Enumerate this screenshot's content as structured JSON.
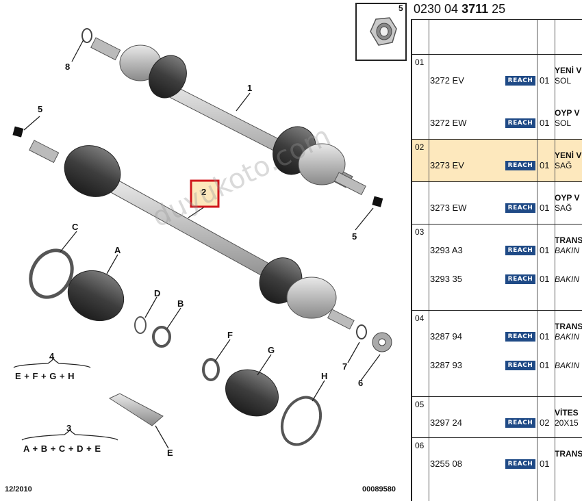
{
  "diagram": {
    "callouts": {
      "c1": "1",
      "c2": "2",
      "c3": "3",
      "c4": "4",
      "c5a": "5",
      "c5b": "5",
      "c6": "6",
      "c7": "7",
      "c8": "8",
      "A": "A",
      "B": "B",
      "C": "C",
      "D": "D",
      "E": "E",
      "F": "F",
      "G": "G",
      "H": "H"
    },
    "formula_4": "E + F + G + H",
    "formula_3": "A + B + C + D + E",
    "date": "12/2010",
    "drawing_no": "00089580",
    "watermark": "duyukoto.com",
    "thumb_num": "5"
  },
  "header": {
    "part_prefix": "0230 04 ",
    "part_bold": "3711",
    "part_suffix": " 25"
  },
  "table": {
    "groups": [
      {
        "num": "01",
        "rows": [
          {
            "code": "3272 EV",
            "badge": "REACH",
            "qty": "01",
            "l1": "YENİ V",
            "l2": "SOL",
            "l1bold": true,
            "l2bold": false,
            "italic": false
          },
          {
            "code": "3272 EW",
            "badge": "REACH",
            "qty": "01",
            "l1": "OYP V",
            "l2": "SOL",
            "l1bold": true,
            "l2bold": false,
            "italic": false
          }
        ]
      },
      {
        "num": "02",
        "rows": [
          {
            "code": "3273 EV",
            "badge": "REACH",
            "qty": "01",
            "l1": "YENİ V",
            "l2": "SAĞ",
            "l1bold": true,
            "l2bold": false,
            "italic": false
          }
        ]
      },
      {
        "num": "",
        "rows": [
          {
            "code": "3273 EW",
            "badge": "REACH",
            "qty": "01",
            "l1": "OYP V",
            "l2": "SAĞ",
            "l1bold": true,
            "l2bold": false,
            "italic": false
          }
        ]
      },
      {
        "num": "03",
        "rows": [
          {
            "code": "3293 A3",
            "badge": "REACH",
            "qty": "01",
            "l1": "TRANS",
            "l2": "BAKIN",
            "l1bold": true,
            "l2bold": false,
            "italic": true
          },
          {
            "code": "3293 35",
            "badge": "REACH",
            "qty": "01",
            "l1": "",
            "l2": "BAKIN",
            "l1bold": false,
            "l2bold": false,
            "italic": true
          }
        ]
      },
      {
        "num": "04",
        "rows": [
          {
            "code": "3287 94",
            "badge": "REACH",
            "qty": "01",
            "l1": "TRANS",
            "l2": "BAKIN",
            "l1bold": true,
            "l2bold": false,
            "italic": true
          },
          {
            "code": "3287 93",
            "badge": "REACH",
            "qty": "01",
            "l1": "",
            "l2": "BAKIN",
            "l1bold": false,
            "l2bold": false,
            "italic": true
          }
        ]
      },
      {
        "num": "05",
        "rows": [
          {
            "code": "3297 24",
            "badge": "REACH",
            "qty": "02",
            "l1": "VİTES",
            "l2": "20X15",
            "l1bold": true,
            "l2bold": false,
            "italic": false
          }
        ]
      },
      {
        "num": "06",
        "rows": [
          {
            "code": "3255 08",
            "badge": "REACH",
            "qty": "01",
            "l1": "TRANS",
            "l2": "",
            "l1bold": true,
            "l2bold": false,
            "italic": false
          }
        ]
      }
    ],
    "highlight_color": "#fde8bd",
    "badge_color": "#1f4a86"
  }
}
